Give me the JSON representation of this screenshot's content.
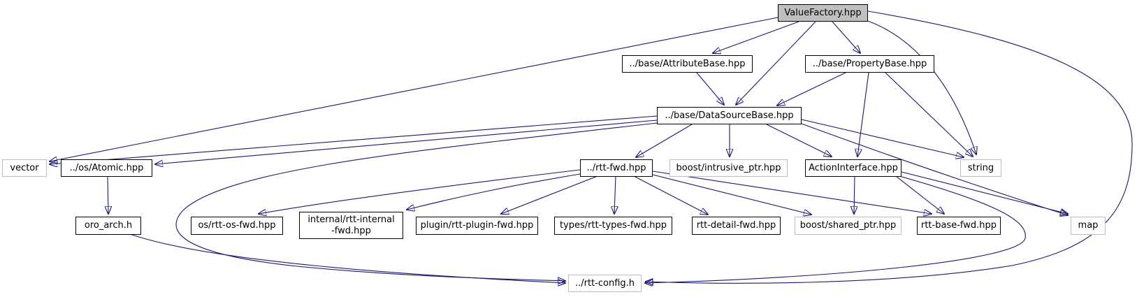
{
  "diagram": {
    "type": "include-dependency-graph",
    "root_file": "ValueFactory.hpp",
    "edge_color": "#191970",
    "root_fill_color": "#bfbfbf",
    "project_border_color": "#000000",
    "system_border_color": "#bebebe",
    "nodes": [
      {
        "id": "valuefactory",
        "label": "ValueFactory.hpp",
        "kind": "root"
      },
      {
        "id": "attributebase",
        "label": "../base/AttributeBase.hpp",
        "kind": "project"
      },
      {
        "id": "propertybase",
        "label": "../base/PropertyBase.hpp",
        "kind": "project"
      },
      {
        "id": "datasourcebase",
        "label": "../base/DataSourceBase.hpp",
        "kind": "project"
      },
      {
        "id": "vector",
        "label": "vector",
        "kind": "system"
      },
      {
        "id": "atomic",
        "label": "../os/Atomic.hpp",
        "kind": "project"
      },
      {
        "id": "rttfwd",
        "label": "../rtt-fwd.hpp",
        "kind": "project"
      },
      {
        "id": "intrusiveptr",
        "label": "boost/intrusive_ptr.hpp",
        "kind": "system"
      },
      {
        "id": "actioninterface",
        "label": "ActionInterface.hpp",
        "kind": "project"
      },
      {
        "id": "string",
        "label": "string",
        "kind": "system"
      },
      {
        "id": "oroarch",
        "label": "oro_arch.h",
        "kind": "project"
      },
      {
        "id": "osfwd",
        "label": "os/rtt-os-fwd.hpp",
        "kind": "project"
      },
      {
        "id": "internalfwd",
        "label": "internal/rtt-internal\n-fwd.hpp",
        "kind": "project"
      },
      {
        "id": "pluginfwd",
        "label": "plugin/rtt-plugin-fwd.hpp",
        "kind": "project"
      },
      {
        "id": "typesfwd",
        "label": "types/rtt-types-fwd.hpp",
        "kind": "project"
      },
      {
        "id": "detailfwd",
        "label": "rtt-detail-fwd.hpp",
        "kind": "project"
      },
      {
        "id": "sharedptr",
        "label": "boost/shared_ptr.hpp",
        "kind": "system"
      },
      {
        "id": "basefwd",
        "label": "rtt-base-fwd.hpp",
        "kind": "project"
      },
      {
        "id": "map",
        "label": "map",
        "kind": "system"
      },
      {
        "id": "rttconfig",
        "label": "../rtt-config.h",
        "kind": "system"
      }
    ],
    "edges": [
      {
        "from": "ValueFactory.hpp",
        "to": "../base/AttributeBase.hpp"
      },
      {
        "from": "ValueFactory.hpp",
        "to": "../base/PropertyBase.hpp"
      },
      {
        "from": "ValueFactory.hpp",
        "to": "../base/DataSourceBase.hpp"
      },
      {
        "from": "ValueFactory.hpp",
        "to": "vector"
      },
      {
        "from": "ValueFactory.hpp",
        "to": "string"
      },
      {
        "from": "ValueFactory.hpp",
        "to": "../rtt-config.h"
      },
      {
        "from": "../base/AttributeBase.hpp",
        "to": "../base/DataSourceBase.hpp"
      },
      {
        "from": "../base/PropertyBase.hpp",
        "to": "../base/DataSourceBase.hpp"
      },
      {
        "from": "../base/PropertyBase.hpp",
        "to": "ActionInterface.hpp"
      },
      {
        "from": "../base/PropertyBase.hpp",
        "to": "string"
      },
      {
        "from": "../base/DataSourceBase.hpp",
        "to": "vector"
      },
      {
        "from": "../base/DataSourceBase.hpp",
        "to": "../os/Atomic.hpp"
      },
      {
        "from": "../base/DataSourceBase.hpp",
        "to": "../rtt-fwd.hpp"
      },
      {
        "from": "../base/DataSourceBase.hpp",
        "to": "boost/intrusive_ptr.hpp"
      },
      {
        "from": "../base/DataSourceBase.hpp",
        "to": "ActionInterface.hpp"
      },
      {
        "from": "../base/DataSourceBase.hpp",
        "to": "string"
      },
      {
        "from": "../base/DataSourceBase.hpp",
        "to": "map"
      },
      {
        "from": "../base/DataSourceBase.hpp",
        "to": "../rtt-config.h"
      },
      {
        "from": "../os/Atomic.hpp",
        "to": "oro_arch.h"
      },
      {
        "from": "oro_arch.h",
        "to": "../rtt-config.h"
      },
      {
        "from": "../rtt-fwd.hpp",
        "to": "os/rtt-os-fwd.hpp"
      },
      {
        "from": "../rtt-fwd.hpp",
        "to": "internal/rtt-internal-fwd.hpp"
      },
      {
        "from": "../rtt-fwd.hpp",
        "to": "plugin/rtt-plugin-fwd.hpp"
      },
      {
        "from": "../rtt-fwd.hpp",
        "to": "types/rtt-types-fwd.hpp"
      },
      {
        "from": "../rtt-fwd.hpp",
        "to": "rtt-detail-fwd.hpp"
      },
      {
        "from": "../rtt-fwd.hpp",
        "to": "boost/shared_ptr.hpp"
      },
      {
        "from": "../rtt-fwd.hpp",
        "to": "rtt-base-fwd.hpp"
      },
      {
        "from": "ActionInterface.hpp",
        "to": "boost/shared_ptr.hpp"
      },
      {
        "from": "ActionInterface.hpp",
        "to": "rtt-base-fwd.hpp"
      },
      {
        "from": "ActionInterface.hpp",
        "to": "map"
      },
      {
        "from": "ActionInterface.hpp",
        "to": "../rtt-config.h"
      }
    ]
  }
}
